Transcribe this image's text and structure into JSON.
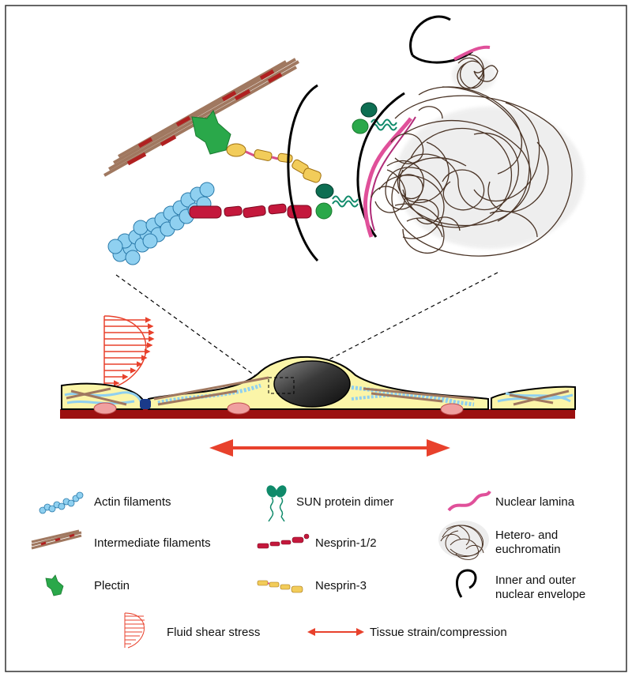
{
  "legend": {
    "actin": "Actin filaments",
    "intermediate": "Intermediate filaments",
    "plectin": "Plectin",
    "sun": "SUN protein dimer",
    "nesprin12": "Nesprin-1/2",
    "nesprin3": "Nesprin-3",
    "lamina": "Nuclear lamina",
    "chromatin_line1": "Hetero- and",
    "chromatin_line2": "euchromatin",
    "envelope_line1": "Inner and outer",
    "envelope_line2": "nuclear envelope",
    "shear": "Fluid shear stress",
    "strain": "Tissue strain/compression"
  },
  "colors": {
    "actin": "#8fd0f0",
    "intermediate": "#a07860",
    "intermediate_band": "#b02020",
    "plectin": "#2aa84a",
    "sun": "#0f8a6a",
    "nesprin12": "#c4183c",
    "nesprin3": "#f2cc5a",
    "lamina": "#e0509a",
    "chromatin": "#4a3426",
    "envelope": "#000000",
    "shear": "#e8412c",
    "strain": "#e8412c",
    "cytoplasm": "#fbf5a8",
    "substrate": "#9c1010",
    "adhesion": "#f0a0a0",
    "nucleus": "#3a3a3a"
  }
}
